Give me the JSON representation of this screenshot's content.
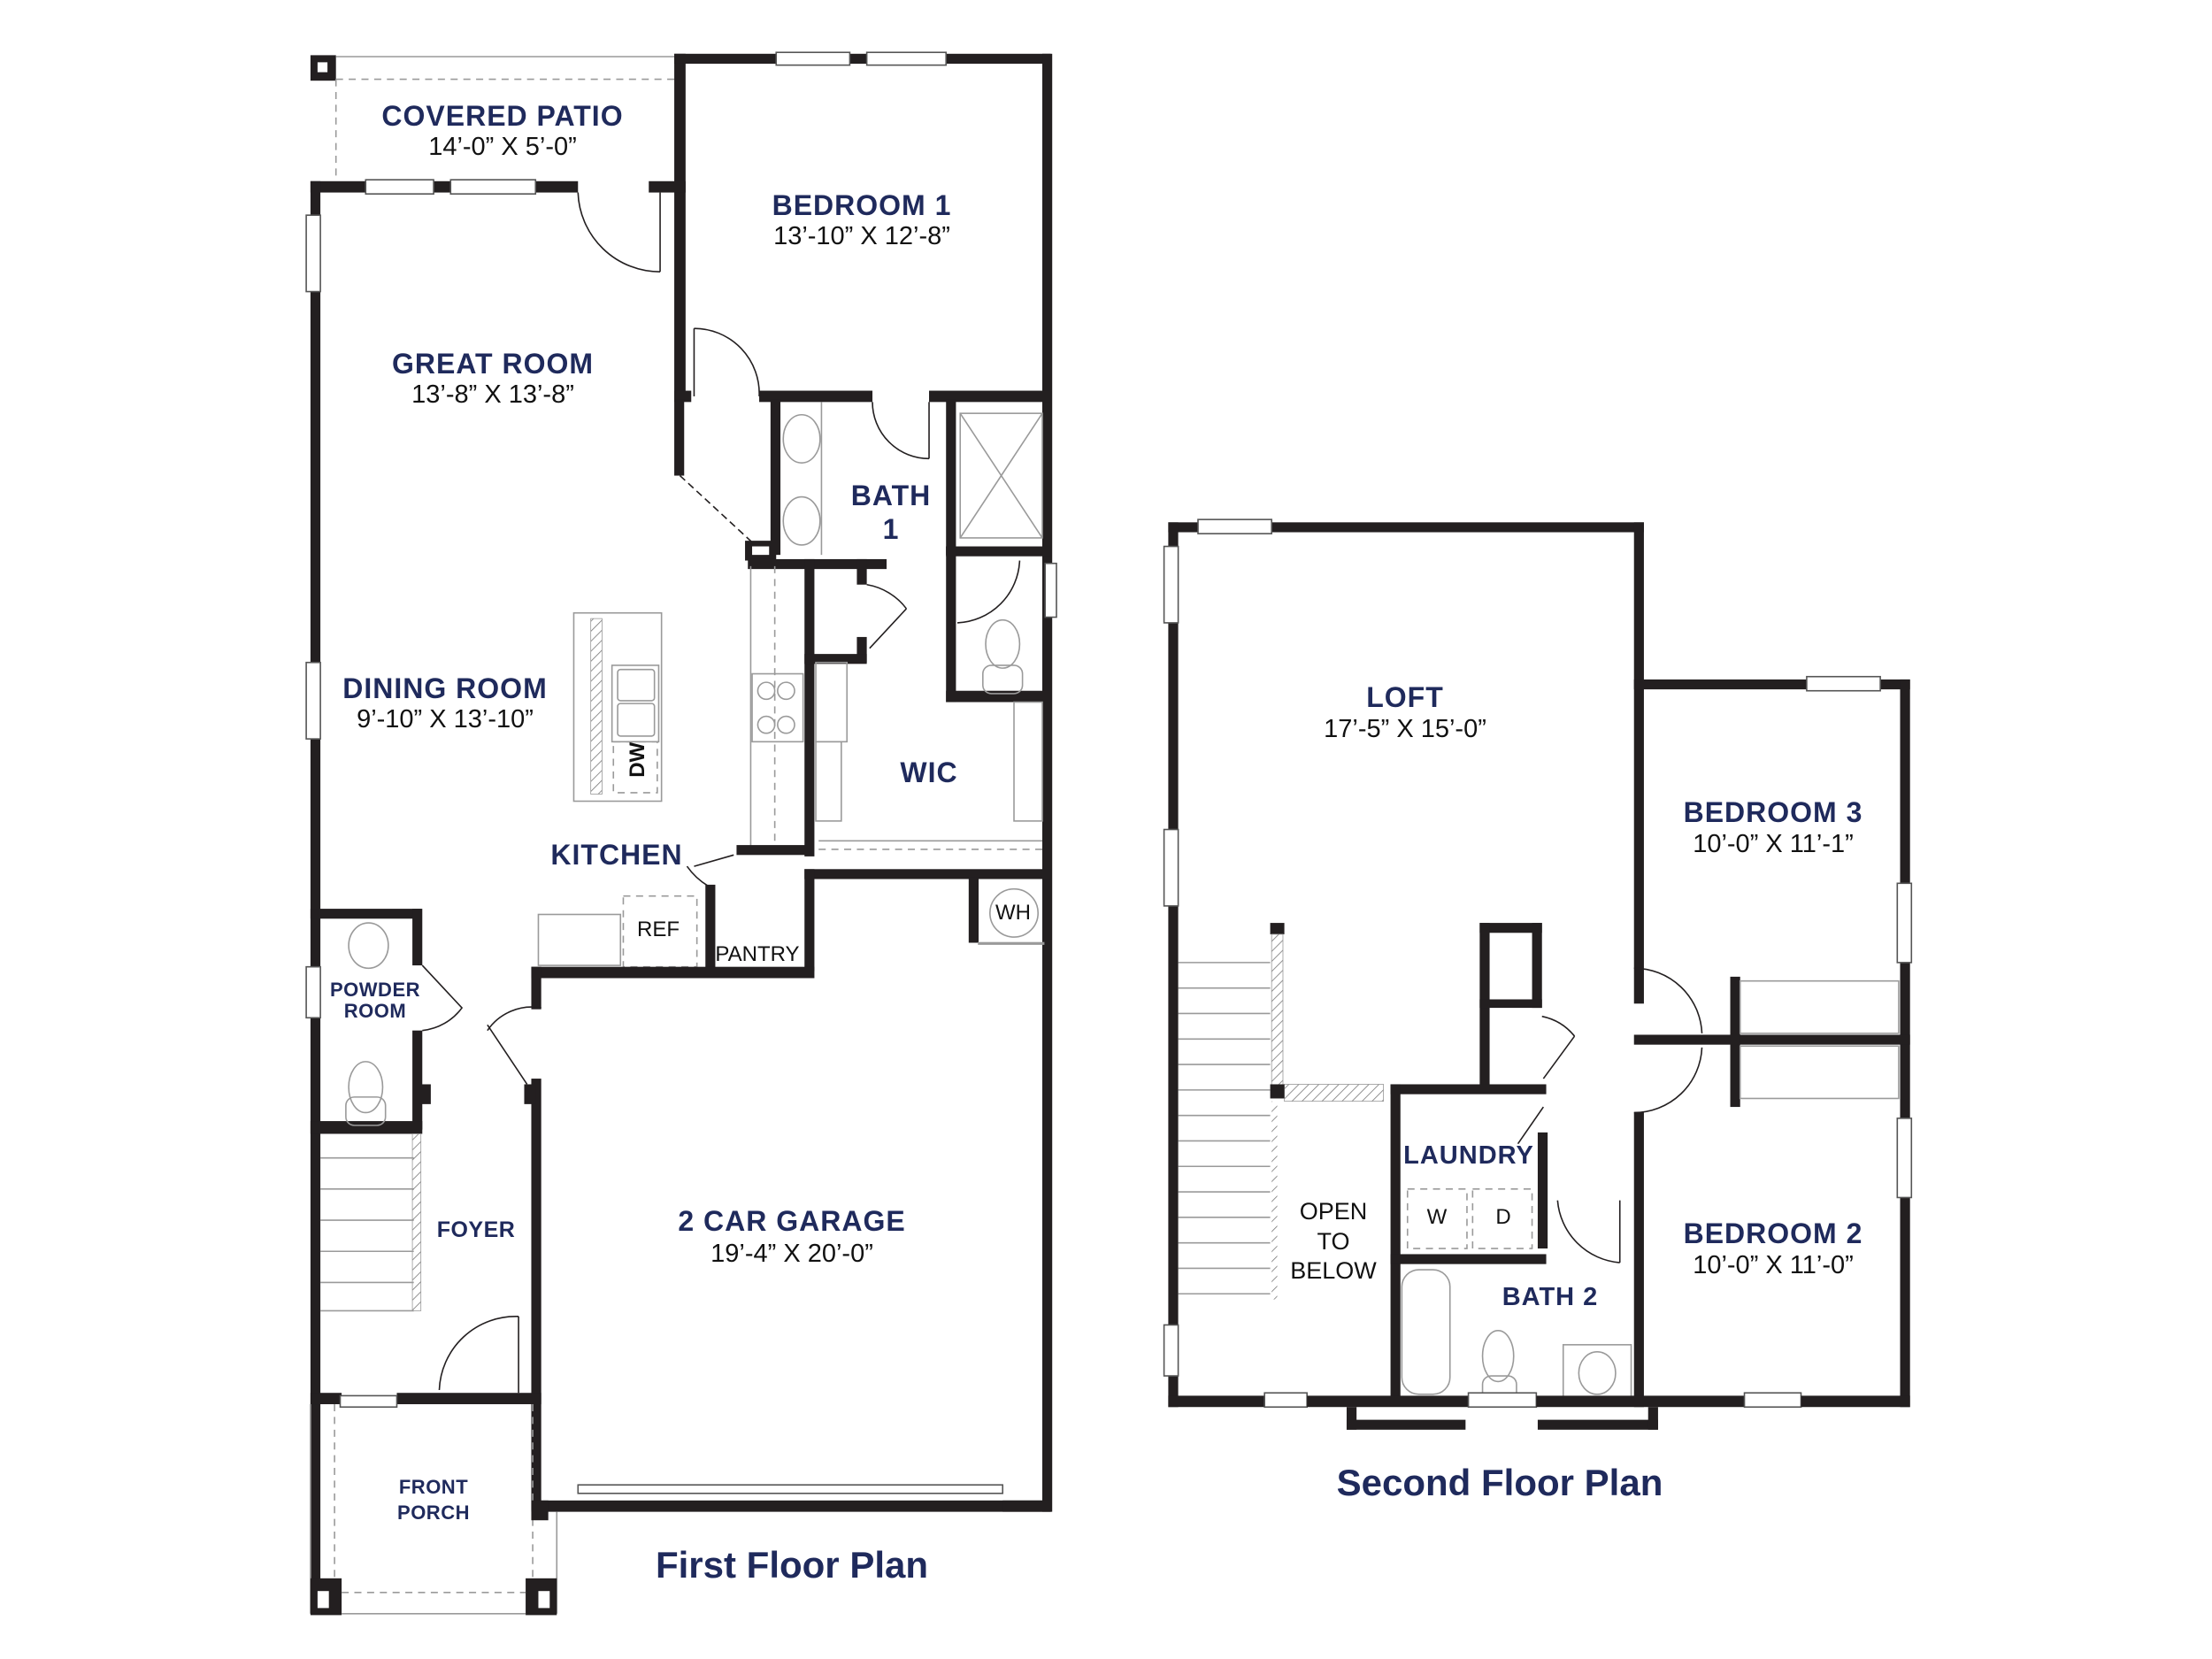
{
  "first_floor": {
    "title": "First Floor Plan",
    "rooms": {
      "covered_patio": {
        "name": "COVERED PATIO",
        "dims": "14’-0” X 5’-0”"
      },
      "bedroom_1": {
        "name": "BEDROOM 1",
        "dims": "13’-10” X 12’-8”"
      },
      "great_room": {
        "name": "GREAT ROOM",
        "dims": "13’-8” X 13’-8”"
      },
      "bath_1": {
        "name_line1": "BATH",
        "name_line2": "1"
      },
      "dining_room": {
        "name": "DINING ROOM",
        "dims": "9’-10” X 13’-10”"
      },
      "wic": {
        "name": "WIC"
      },
      "kitchen": {
        "name": "KITCHEN"
      },
      "powder_room": {
        "name_line1": "POWDER",
        "name_line2": "ROOM"
      },
      "foyer": {
        "name": "FOYER"
      },
      "garage": {
        "name": "2 CAR GARAGE",
        "dims": "19’-4” X 20’-0”"
      },
      "front_porch": {
        "name_line1": "FRONT",
        "name_line2": "PORCH"
      }
    },
    "fixtures": {
      "dw": "DW",
      "ref": "REF",
      "pantry": "PANTRY",
      "wh": "WH"
    }
  },
  "second_floor": {
    "title": "Second Floor Plan",
    "rooms": {
      "loft": {
        "name": "LOFT",
        "dims": "17’-5” X 15’-0”"
      },
      "bedroom_3": {
        "name": "BEDROOM 3",
        "dims": "10’-0” X 11’-1”"
      },
      "laundry": {
        "name": "LAUNDRY"
      },
      "open_to_below": {
        "line1": "OPEN",
        "line2": "TO",
        "line3": "BELOW"
      },
      "bath_2": {
        "name": "BATH 2"
      },
      "bedroom_2": {
        "name": "BEDROOM 2",
        "dims": "10’-0” X 11’-0”"
      }
    },
    "fixtures": {
      "washer": "W",
      "dryer": "D"
    }
  },
  "colors": {
    "label_navy": "#1f2a5c",
    "wall": "#231f20"
  }
}
